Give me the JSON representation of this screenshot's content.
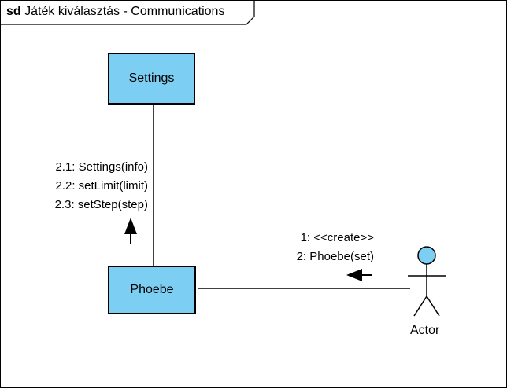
{
  "frame": {
    "keyword": "sd",
    "title": "Játék kiválasztás - Communications"
  },
  "lifelines": {
    "settings": "Settings",
    "phoebe": "Phoebe"
  },
  "actor": {
    "label": "Actor"
  },
  "messages": {
    "phoebe_to_settings": [
      "2.1: Settings(info)",
      "2.2: setLimit(limit)",
      "2.3: setStep(step)"
    ],
    "actor_to_phoebe": [
      "1: <<create>>",
      "2: Phoebe(set)"
    ]
  },
  "colors": {
    "lifeline_fill": "#7dcef3",
    "actor_head": "#7dcef3",
    "line": "#000000"
  }
}
